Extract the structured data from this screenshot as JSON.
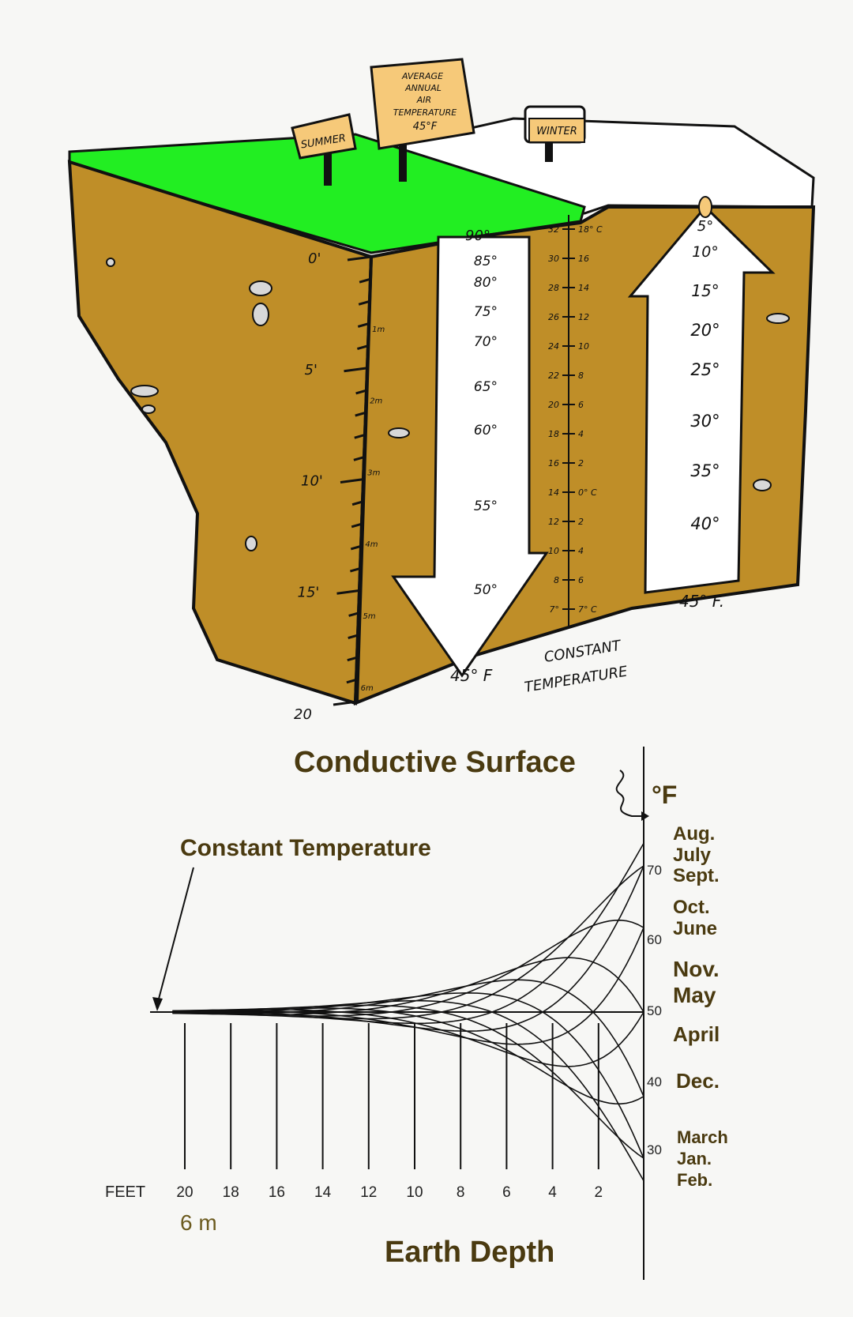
{
  "colors": {
    "soil": "#bf8e28",
    "grass": "#22ee22",
    "snow": "#ffffff",
    "sign": "#f6c979",
    "outline": "#111111",
    "label_brown": "#4a3a10"
  },
  "block_diagram": {
    "signs": {
      "summer": "SUMMER",
      "average_line1": "AVERAGE",
      "average_line2": "ANNUAL",
      "average_line3": "AIR",
      "average_line4": "TEMPERATURE",
      "average_line5": "45°F",
      "winter": "WINTER"
    },
    "depth_scale_feet": [
      "0'",
      "5'",
      "10'",
      "15'",
      "20"
    ],
    "depth_scale_meters": [
      "1m",
      "2m",
      "3m",
      "4m",
      "5m",
      "6m"
    ],
    "summer_arrow_temps": [
      "90°",
      "85°",
      "80°",
      "75°",
      "70°",
      "65°",
      "60°",
      "55°",
      "50°"
    ],
    "summer_bottom": "45° F",
    "winter_arrow_temps": [
      "5°",
      "10°",
      "15°",
      "20°",
      "25°",
      "30°",
      "35°",
      "40°"
    ],
    "winter_bottom": "45° F.",
    "thermo_f": [
      "32",
      "30",
      "28",
      "26",
      "24",
      "22",
      "20",
      "18",
      "16",
      "14",
      "12",
      "10",
      "8",
      "7°"
    ],
    "thermo_c": [
      "18° C",
      "16",
      "14",
      "12",
      "10",
      "8",
      "6",
      "4",
      "2",
      "0° C",
      "2",
      "4",
      "6",
      "7° C"
    ],
    "constant_line1": "CONSTANT",
    "constant_line2": "TEMPERATURE"
  },
  "profile_chart": {
    "title": "Conductive Surface",
    "unit": "°F",
    "constant_label": "Constant Temperature",
    "x_title": "Earth Depth",
    "x_unit_label": "FEET",
    "x_metric_label": "6 m",
    "x_ticks": [
      "20",
      "18",
      "16",
      "14",
      "12",
      "10",
      "8",
      "6",
      "4",
      "2"
    ],
    "y_ticks": [
      "70",
      "60",
      "50",
      "40",
      "30"
    ],
    "month_labels": [
      "Aug.",
      "July",
      "Sept.",
      "Oct.",
      "June",
      "Nov.",
      "May",
      "April",
      "Dec.",
      "March",
      "Jan.",
      "Feb."
    ]
  }
}
